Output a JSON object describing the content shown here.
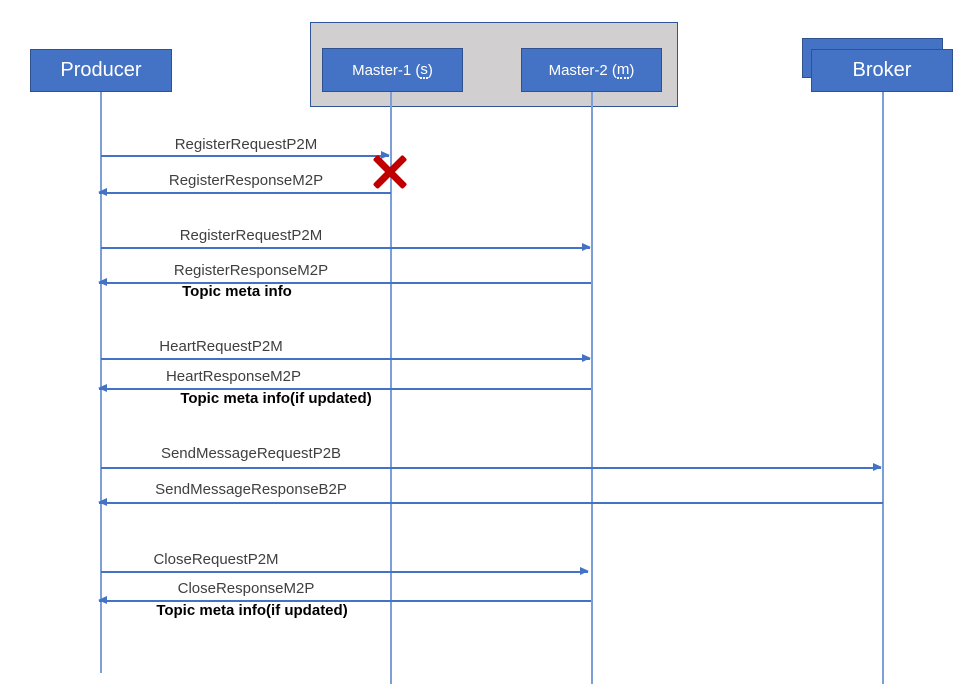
{
  "actors": {
    "producer": {
      "label": "Producer"
    },
    "master1": {
      "prefix": "Master-1 (",
      "letter": "s",
      "suffix": ")"
    },
    "master2": {
      "prefix": "Master-2 (",
      "letter": "m",
      "suffix": ")"
    },
    "broker": {
      "label": "Broker"
    }
  },
  "messages": [
    {
      "label": "RegisterRequestP2M",
      "from": "Producer",
      "to": "Master-1",
      "direction": "right",
      "status": "failed"
    },
    {
      "label": "RegisterResponseM2P",
      "from": "Master-1",
      "to": "Producer",
      "direction": "left"
    },
    {
      "label": "RegisterRequestP2M",
      "from": "Producer",
      "to": "Master-2",
      "direction": "right"
    },
    {
      "label": "RegisterResponseM2P",
      "from": "Master-2",
      "to": "Producer",
      "direction": "left",
      "note": "Topic meta info"
    },
    {
      "label": "HeartRequestP2M",
      "from": "Producer",
      "to": "Master-2",
      "direction": "right"
    },
    {
      "label": "HeartResponseM2P",
      "from": "Master-2",
      "to": "Producer",
      "direction": "left",
      "note": "Topic meta info(if updated)"
    },
    {
      "label": "SendMessageRequestP2B",
      "from": "Producer",
      "to": "Broker",
      "direction": "right"
    },
    {
      "label": "SendMessageResponseB2P",
      "from": "Broker",
      "to": "Producer",
      "direction": "left"
    },
    {
      "label": "CloseRequestP2M",
      "from": "Producer",
      "to": "Master-2",
      "direction": "right"
    },
    {
      "label": "CloseResponseM2P",
      "from": "Master-2",
      "to": "Producer",
      "direction": "left",
      "note": "Topic meta info(if updated)"
    }
  ],
  "icons": {
    "failure_marker": "red-x-icon"
  },
  "colors": {
    "actor_fill": "#4472C4",
    "actor_border": "#2F528F",
    "actor_text": "#FFFFFF",
    "group_fill": "#D1CFCF",
    "group_border": "#2F5597",
    "arrow": "#4472C4",
    "lifeline": "#7D9FD8",
    "failure_x": "#C00000",
    "message_text": "#3F3F3F",
    "note_text": "#000000"
  }
}
